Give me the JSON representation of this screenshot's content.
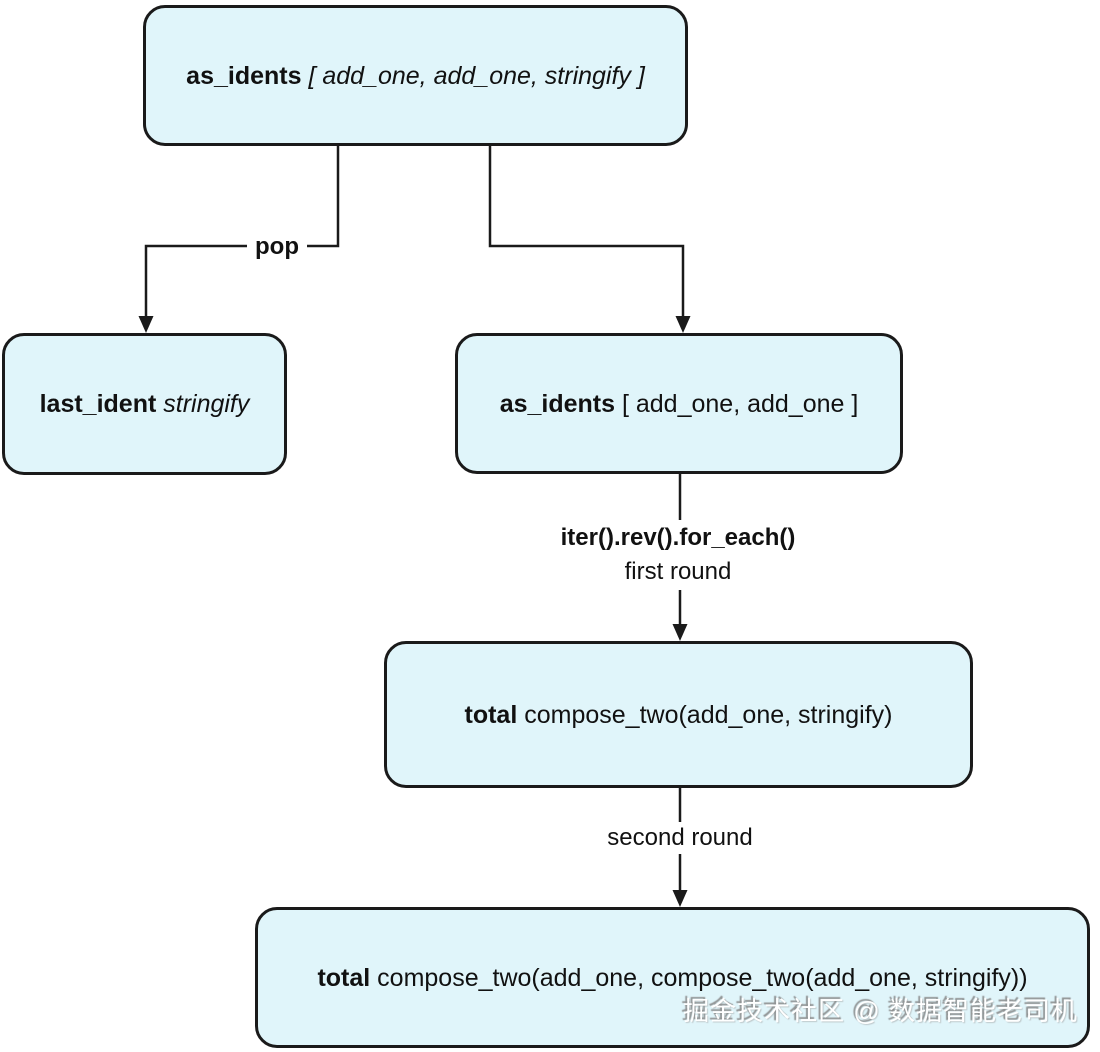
{
  "diagram": {
    "nodes": {
      "root": {
        "keyword": "as_idents",
        "rest": "[ add_one, add_one, stringify ]"
      },
      "last_ident": {
        "keyword": "last_ident",
        "rest": "stringify"
      },
      "as_idents2": {
        "keyword": "as_idents",
        "rest": "[ add_one, add_one ]"
      },
      "total1": {
        "keyword": "total",
        "rest": "compose_two(add_one, stringify)"
      },
      "total2": {
        "keyword": "total",
        "rest": "compose_two(add_one, compose_two(add_one, stringify))"
      }
    },
    "edge_labels": {
      "pop": "pop",
      "iter": "iter().rev().for_each()",
      "first_round": "first round",
      "second_round": "second round"
    }
  },
  "watermark": "掘金技术社区 @ 数据智能老司机",
  "colors": {
    "node_fill": "#e0f5fa",
    "node_border": "#1a1a1a",
    "line": "#1a1a1a",
    "background": "#ffffff",
    "text": "#111111"
  }
}
